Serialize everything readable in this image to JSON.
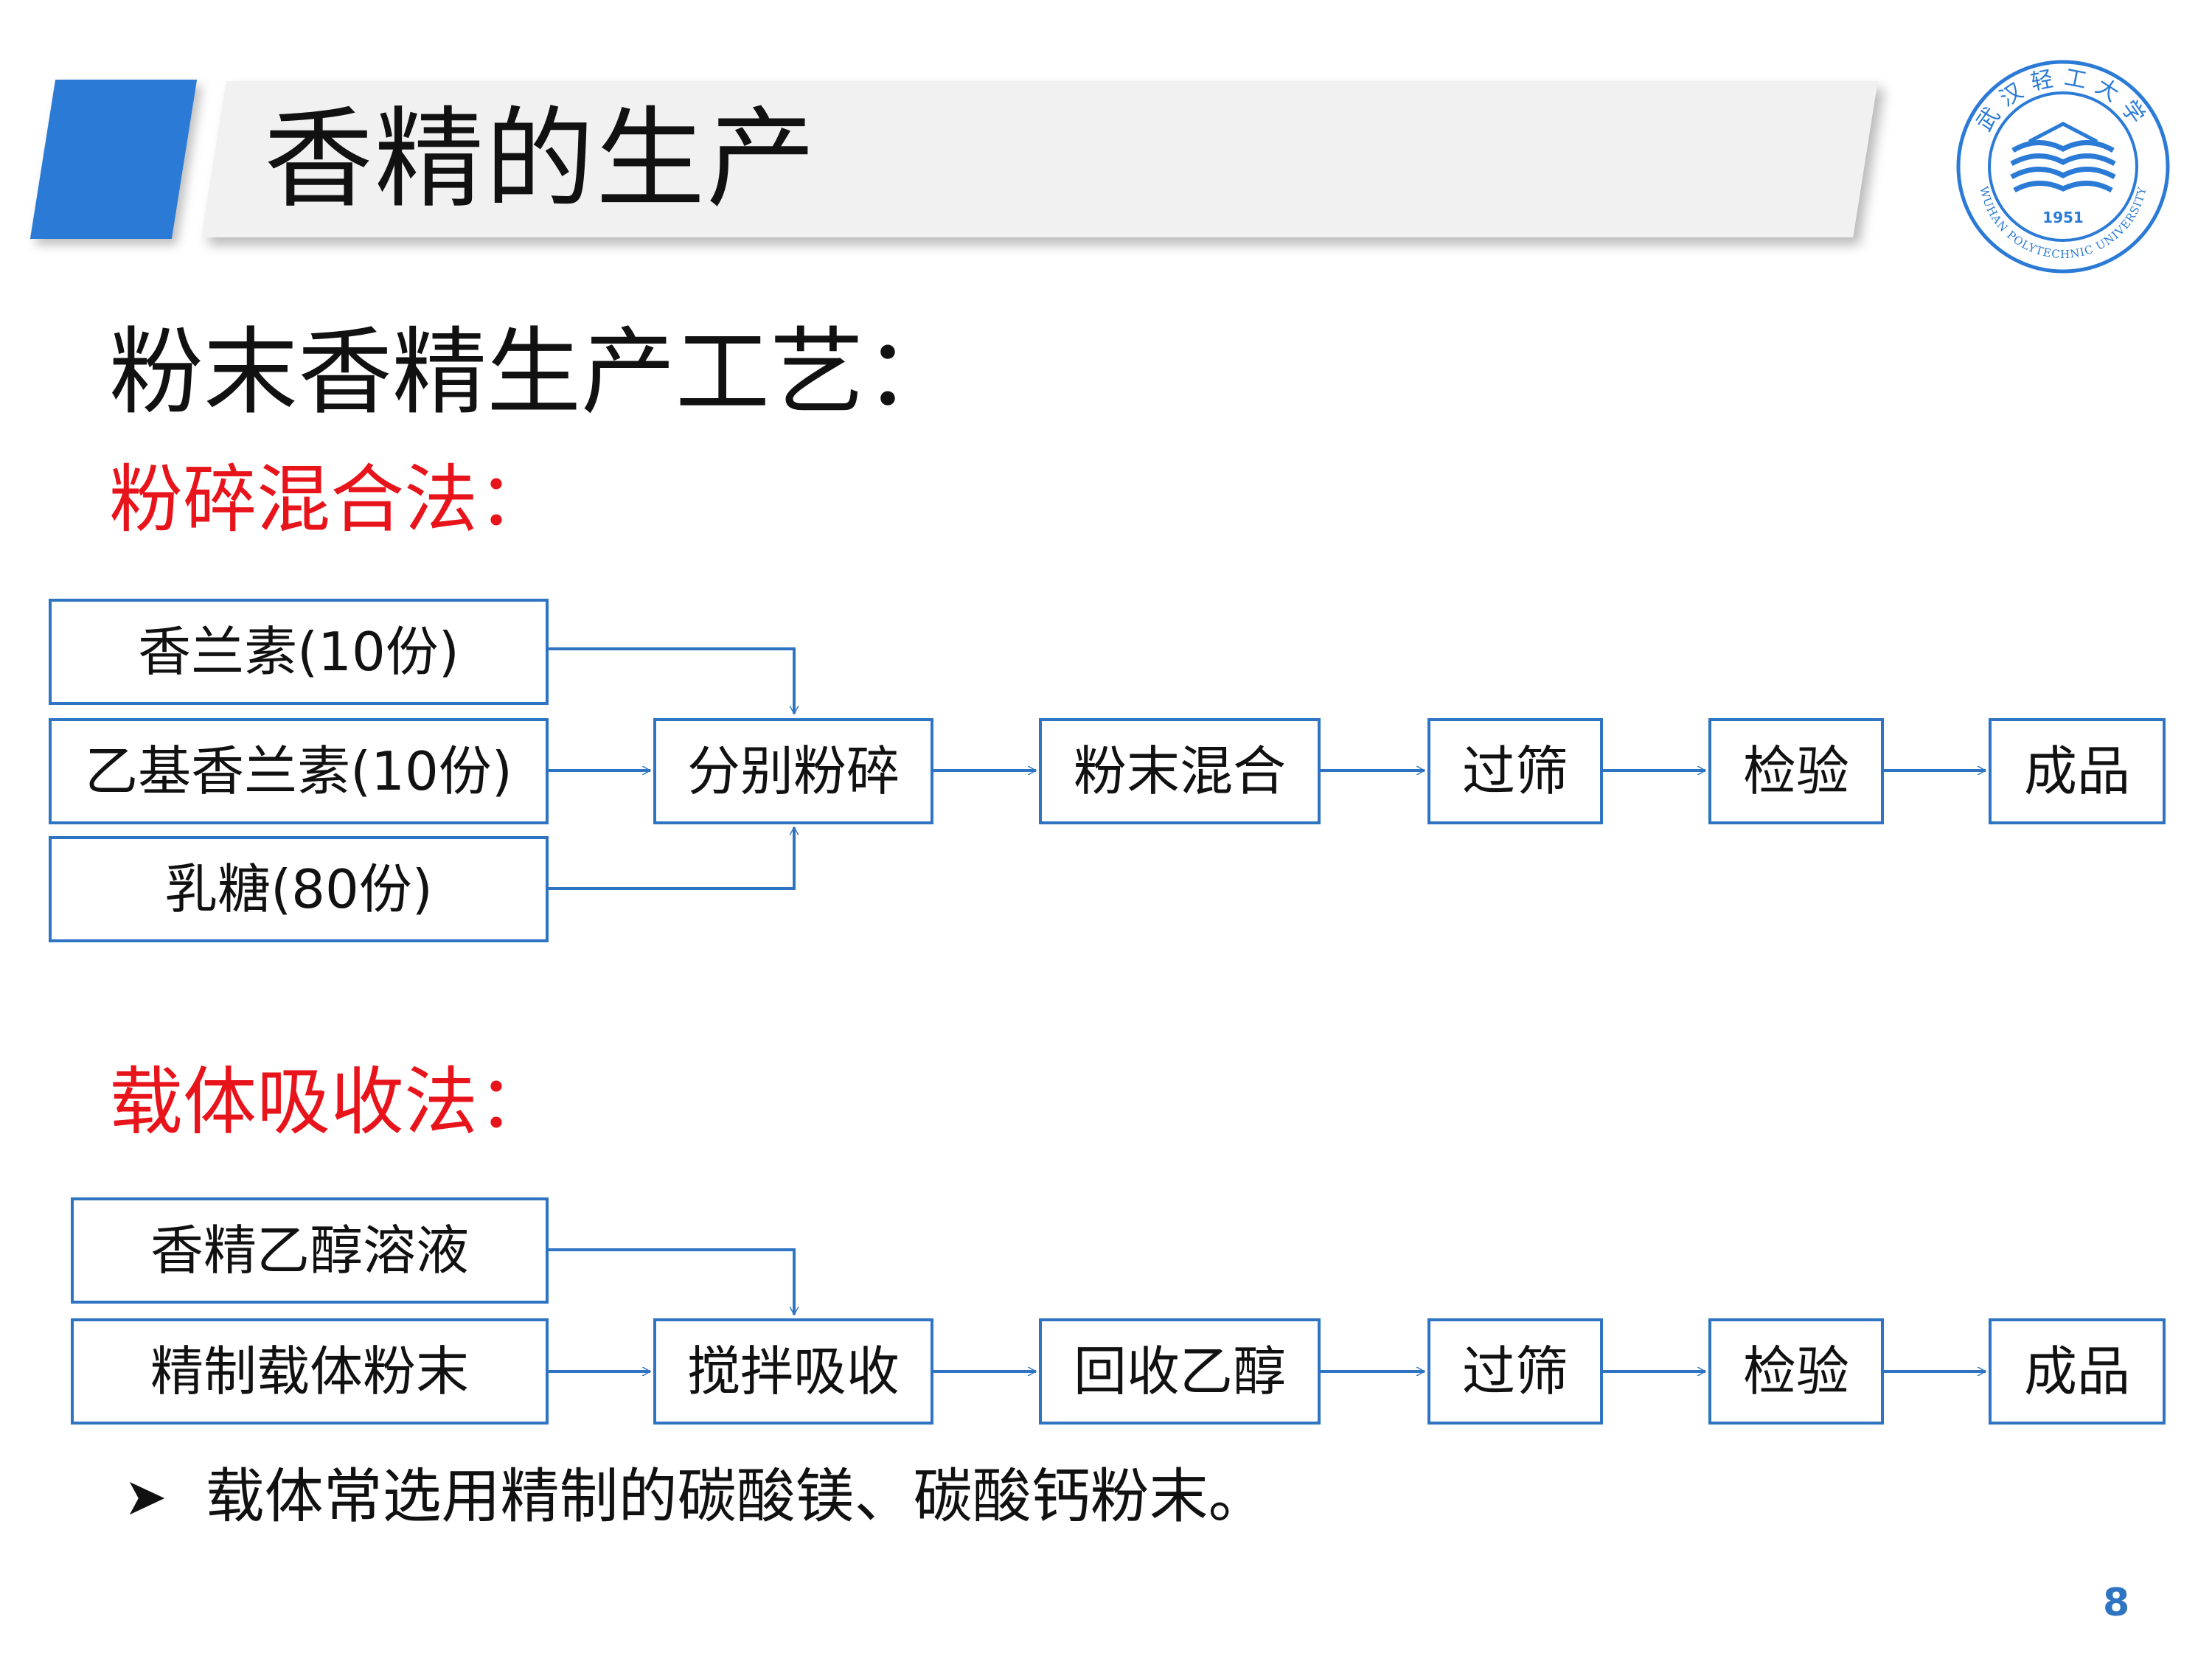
{
  "title": "香精的生产",
  "logo": {
    "name_cn": "武汉轻工大学",
    "name_en": "WUHAN POLYTECHNIC UNIVERSITY",
    "year": "1951"
  },
  "subtitle": "粉末香精生产工艺：",
  "method1": {
    "heading": "粉碎混合法：",
    "inputs": [
      "香兰素(10份)",
      "乙基香兰素(10份)",
      "乳糖(80份)"
    ],
    "steps": [
      "分别粉碎",
      "粉末混合",
      "过筛",
      "检验",
      "成品"
    ]
  },
  "method2": {
    "heading": "载体吸收法：",
    "inputs": [
      "香精乙醇溶液",
      "精制载体粉末"
    ],
    "steps": [
      "搅拌吸收",
      "回收乙醇",
      "过筛",
      "检验",
      "成品"
    ]
  },
  "note": "载体常选用精制的碳酸镁、碳酸钙粉末。",
  "page_number": "8",
  "colors": {
    "accent": "#2b7bd6",
    "box_border": "#2e74c2",
    "heading_red": "#e8141b"
  }
}
